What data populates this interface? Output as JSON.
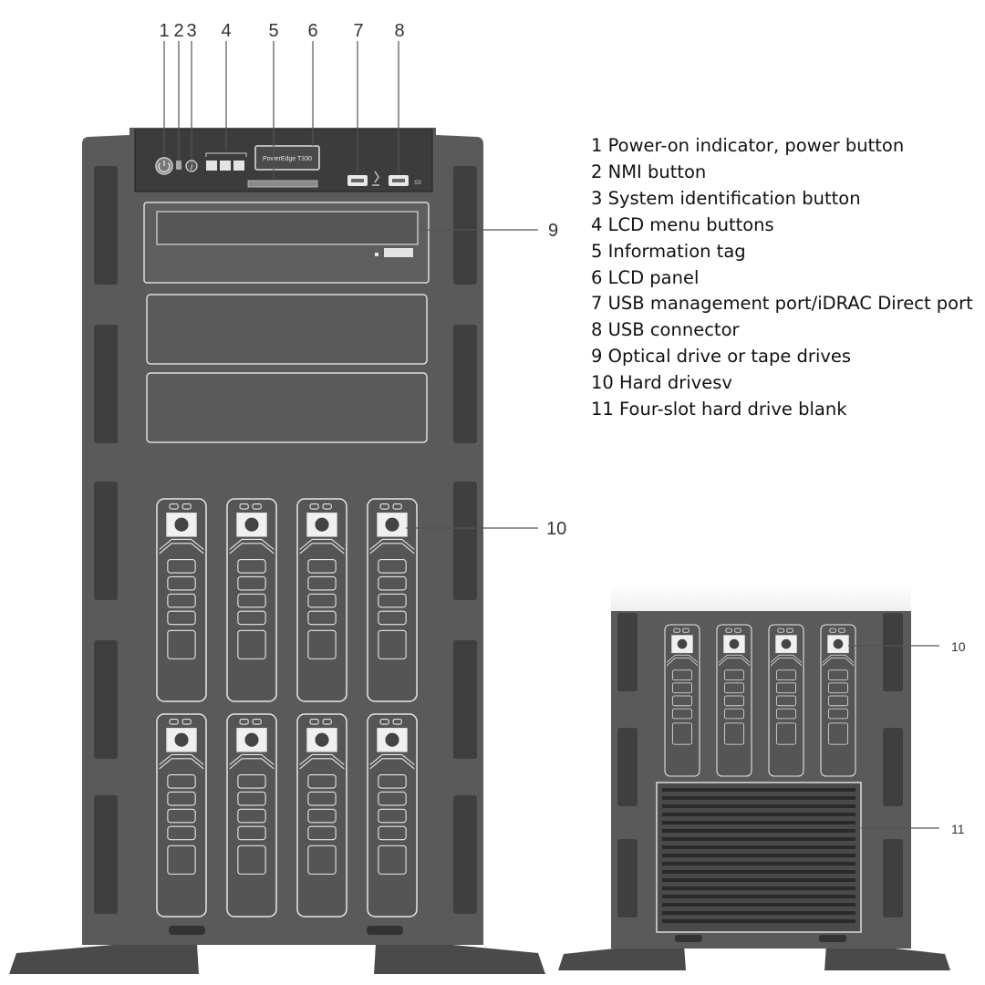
{
  "callouts": {
    "c1": "1",
    "c2": "2",
    "c3": "3",
    "c4": "4",
    "c5": "5",
    "c6": "6",
    "c7": "7",
    "c8": "8",
    "c9": "9",
    "c10": "10",
    "c10b": "10",
    "c11": "11"
  },
  "device": {
    "lcd_text": "PowerEdge T330",
    "usb_logo": "SS",
    "id_symbol": "i"
  },
  "legend": [
    "1 Power-on indicator, power button",
    "2 NMI button",
    "3 System identification button",
    "4 LCD menu buttons",
    "5 Information tag",
    "6 LCD panel",
    "7 USB management port/iDRAC Direct port",
    "8 USB connector",
    "9 Optical drive or tape drives",
    "10 Hard drivesv",
    "11 Four-slot hard drive blank"
  ],
  "colors": {
    "chassis": "#5a5a5a",
    "vent": "#3f3f3f",
    "panel_edge": "#dcdcdc",
    "dark_panel": "#3c3c3c",
    "drive_line": "#e6e6e6",
    "leader": "#555555"
  }
}
